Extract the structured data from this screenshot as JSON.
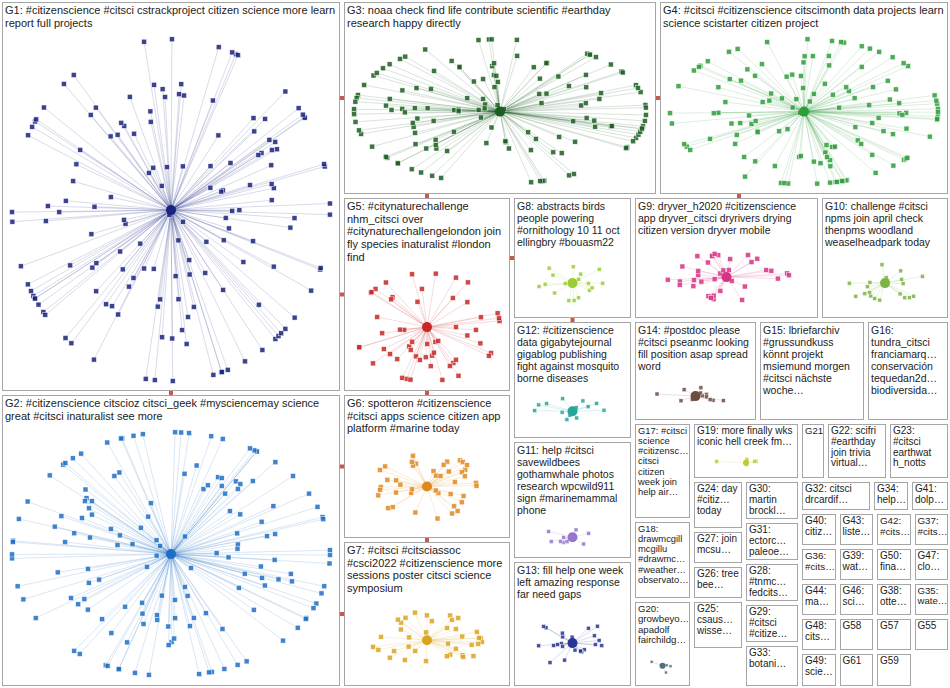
{
  "diagram": {
    "nodes": [
      {
        "text": [
          "G1: #citizenscience #citsci cstrackproject citizen science more learn report full projects"
        ]
      },
      {
        "text": [
          "G2: #citizenscience citscioz citsci_geek #mysciencemay science great #citsci inaturalist see more"
        ]
      },
      {
        "text": [
          "G3: noaa check find life contribute scientific #earthday research happy directly"
        ]
      },
      {
        "text": [
          "G4: #citsci #citizenscience citscimonth data projects learn science scistarter citizen project"
        ]
      },
      {
        "text": [
          "G5: #citynaturechallenge nhm_citsci over #citynaturechallengelondon join fly species inaturalist #london find"
        ]
      },
      {
        "text": [
          "G6: spotteron #citizenscience #citsci apps science citizen app platform #marine today"
        ]
      },
      {
        "text": [
          "G7: #citsci #citsciassoc #csci2022 #citizenscience more sessions poster citsci science symposium"
        ]
      },
      {
        "text": [
          "G8: abstracts birds people powering #ornithology 10 11 oct ellingbry #bouasm22"
        ]
      },
      {
        "text": [
          "G9: dryver_h2020 #citizenscience app dryver_citsci dryrivers drying citizen version dryver mobile"
        ]
      },
      {
        "text": [
          "G10: challenge #citsci npms join april check thenpms woodland weaselheadpark today"
        ]
      },
      {
        "text": [
          "G11: help #citsci savewildbees gothamwhale photos research wpcwild911 sign #marinemammal phone"
        ]
      },
      {
        "text": [
          "G12: #citizenscience data gigabytejournal gigablog publishing fight against mosquito borne diseases"
        ]
      },
      {
        "text": [
          "G13: fill help one week left amazing response far need gaps"
        ]
      },
      {
        "text": [
          "G14: #postdoc please #citsci pseanmc looking fill position asap spread word"
        ]
      },
      {
        "text": [
          "G15: lbriefarchiv #grussundkuss könnt projekt msiemund morgen #citsci nächste woche…"
        ]
      },
      {
        "text": [
          "G16: tundra_citsci franciamarq… conservación tequedan2d… biodiversida…"
        ]
      },
      {
        "text": [
          "G17: #citsci science #citizensc… citsci citizen week join help air…"
        ]
      },
      {
        "text": [
          "G18: drawmcgill mcgillu #drawmc… #weather… observato…"
        ]
      },
      {
        "text": [
          "G19: more finally wks iconic hell creek fm…"
        ]
      },
      {
        "text": [
          "G20: growbeyo… apadolf fairchildg…"
        ]
      },
      {
        "text": [
          "G21"
        ]
      },
      {
        "text": [
          "G22: scifri #earthday join trivia virtual…"
        ]
      },
      {
        "text": [
          "G23: #citsci earthwat h_notts"
        ]
      },
      {
        "text": [
          "G24: day #citiz… today"
        ]
      },
      {
        "text": [
          "G25: csaus… wisse…"
        ]
      },
      {
        "text": [
          "G26: tree bee…"
        ]
      },
      {
        "text": [
          "G27: join mcsu…"
        ]
      },
      {
        "text": [
          "G28: #tnmc… fedcits…"
        ]
      },
      {
        "text": [
          "G29: #citsci #citize…"
        ]
      },
      {
        "text": [
          "G30: martin brockl…"
        ]
      },
      {
        "text": [
          "G31: ectorc… paleoe…"
        ]
      },
      {
        "text": [
          "G32: citsci drcardif…"
        ]
      },
      {
        "text": [
          "G33: botani…"
        ]
      },
      {
        "text": [
          "G34: help…"
        ]
      },
      {
        "text": [
          "G35: wate…"
        ]
      },
      {
        "text": [
          "G36: #cits…"
        ]
      },
      {
        "text": [
          "G37: #cits…"
        ]
      },
      {
        "text": [
          "G38: otte…"
        ]
      },
      {
        "text": [
          "G39: wat…"
        ]
      },
      {
        "text": [
          "G40: citiz…"
        ]
      },
      {
        "text": [
          "G41: dolp…"
        ]
      },
      {
        "text": [
          "G42: #cits…"
        ]
      },
      {
        "text": [
          "G43: liste…"
        ]
      },
      {
        "text": [
          "G44: ma…"
        ]
      },
      {
        "text": [
          "G46: sci…"
        ]
      },
      {
        "text": [
          "G47: clo…"
        ]
      },
      {
        "text": [
          "G48: cits…"
        ]
      },
      {
        "text": [
          "G49: scie…"
        ]
      },
      {
        "text": [
          "G50: fina…"
        ]
      },
      {
        "text": [
          "G55"
        ]
      },
      {
        "text": [
          "G57"
        ]
      },
      {
        "text": [
          "G58"
        ]
      },
      {
        "text": [
          "G59"
        ]
      },
      {
        "text": [
          "G61"
        ]
      }
    ],
    "edges": [
      {
        "from": 0,
        "to": 1,
        "arrow": "none"
      },
      {
        "from": 0,
        "to": 2,
        "arrow": "none"
      },
      {
        "from": 2,
        "to": 3,
        "arrow": "none"
      },
      {
        "from": 0,
        "to": 4,
        "arrow": "none"
      },
      {
        "from": 2,
        "to": 4,
        "arrow": "none"
      },
      {
        "from": 1,
        "to": 5,
        "arrow": "none"
      },
      {
        "from": 1,
        "to": 6,
        "arrow": "none"
      },
      {
        "from": 4,
        "to": 5,
        "arrow": "none"
      },
      {
        "from": 5,
        "to": 6,
        "arrow": "none"
      },
      {
        "from": 3,
        "to": 8,
        "arrow": "none"
      },
      {
        "from": 4,
        "to": 7,
        "arrow": "none"
      },
      {
        "from": 7,
        "to": 11,
        "arrow": "none"
      }
    ]
  }
}
